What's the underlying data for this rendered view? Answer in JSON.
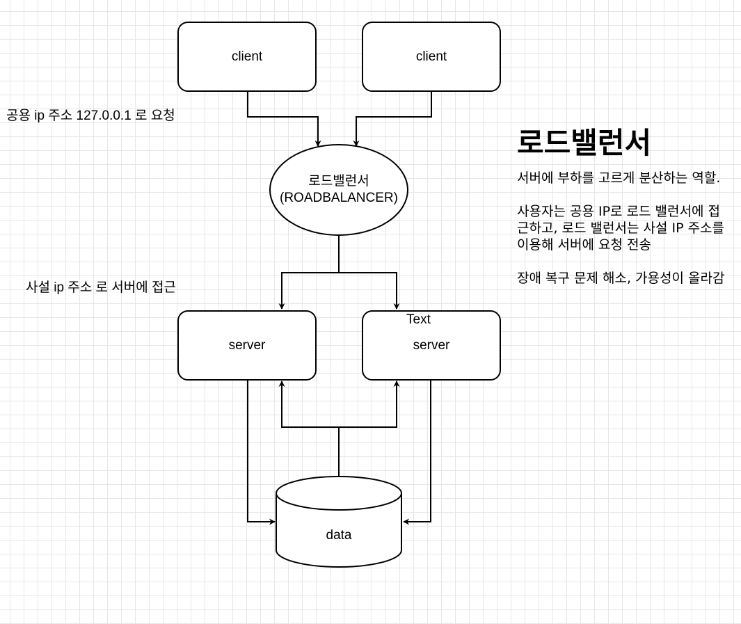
{
  "nodes": {
    "client_left": "client",
    "client_right": "client",
    "loadbalancer_line1": "로드밸런서",
    "loadbalancer_line2": "(ROADBALANCER)",
    "server_left": "server",
    "server_right": "server",
    "data": "data"
  },
  "annotations": {
    "public_ip_request": "공용 ip 주소 127.0.0.1 로 요청",
    "private_ip_access": "사설 ip 주소 로 서버에 접근",
    "stray_text": "Text"
  },
  "side_panel": {
    "title": "로드밸런서",
    "paragraphs": [
      "서버에 부하를 고르게 분산하는 역할.",
      "사용자는 공용 IP로 로드 밸런서에 접근하고, 로드 밸런서는 사설 IP 주소를 이용해 서버에 요청 전송",
      "장애 복구 문제 해소, 가용성이 올라감"
    ]
  },
  "colors": {
    "stroke": "#000000",
    "fill": "#ffffff",
    "grid": "#e6e6e6"
  }
}
